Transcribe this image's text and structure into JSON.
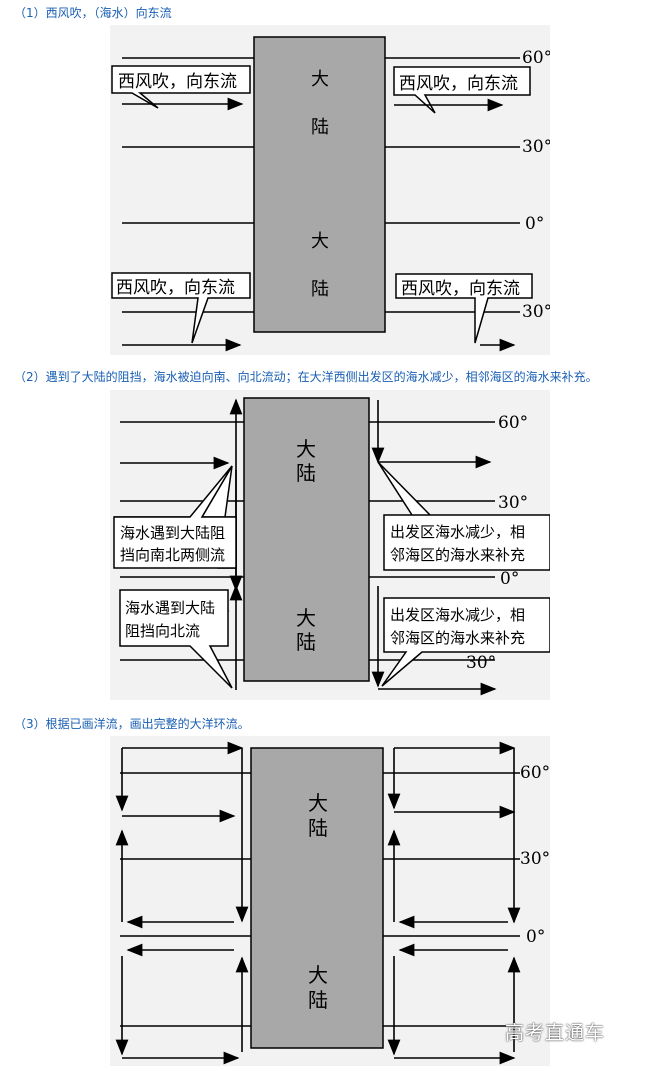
{
  "captions": {
    "step1": "（1）西风吹，（海水）向东流",
    "step2": "（2）遇到了大陆的阻挡，海水被迫向南、向北流动；在大洋西侧出发区的海水减少，相邻海区的海水来补充。",
    "step3": "（3）根据已画洋流，画出完整的大洋环流。"
  },
  "figure1": {
    "lat_60": "60°",
    "lat_30": "30°",
    "lat_0": "0°",
    "lat_30s": "30°",
    "continent_top_1": "大",
    "continent_top_2": "陆",
    "continent_bottom_1": "大",
    "continent_bottom_2": "陆",
    "callout_top_left": "西风吹，向东流",
    "callout_top_right": "西风吹，向东流",
    "callout_bottom_left": "西风吹，向东流",
    "callout_bottom_right": "西风吹，向东流"
  },
  "figure2": {
    "lat_60": "60°",
    "lat_30": "30°",
    "lat_0": "0°",
    "lat_30s": "30°",
    "continent_top_1": "大",
    "continent_top_2": "陆",
    "continent_bottom_1": "大",
    "continent_bottom_2": "陆",
    "callout_left_top_l1": "海水遇到大陆阻",
    "callout_left_top_l2": "挡向南北两侧流",
    "callout_right_top_l1": "出发区海水减少，相",
    "callout_right_top_l2": "邻海区的海水来补充",
    "callout_left_bottom_l1": "海水遇到大陆",
    "callout_left_bottom_l2": "阻挡向北流",
    "callout_right_bottom_l1": "出发区海水减少，相",
    "callout_right_bottom_l2": "邻海区的海水来补充"
  },
  "figure3": {
    "lat_60": "60°",
    "lat_30": "30°",
    "lat_0": "0°",
    "continent_top_1": "大",
    "continent_top_2": "陆",
    "continent_bottom_1": "大",
    "continent_bottom_2": "陆"
  },
  "watermark": "高考直通车",
  "colors": {
    "caption": "#1a5fb4",
    "continent": "#a8a8a8",
    "figure_bg": "#f2f2f2",
    "line": "#000000"
  }
}
